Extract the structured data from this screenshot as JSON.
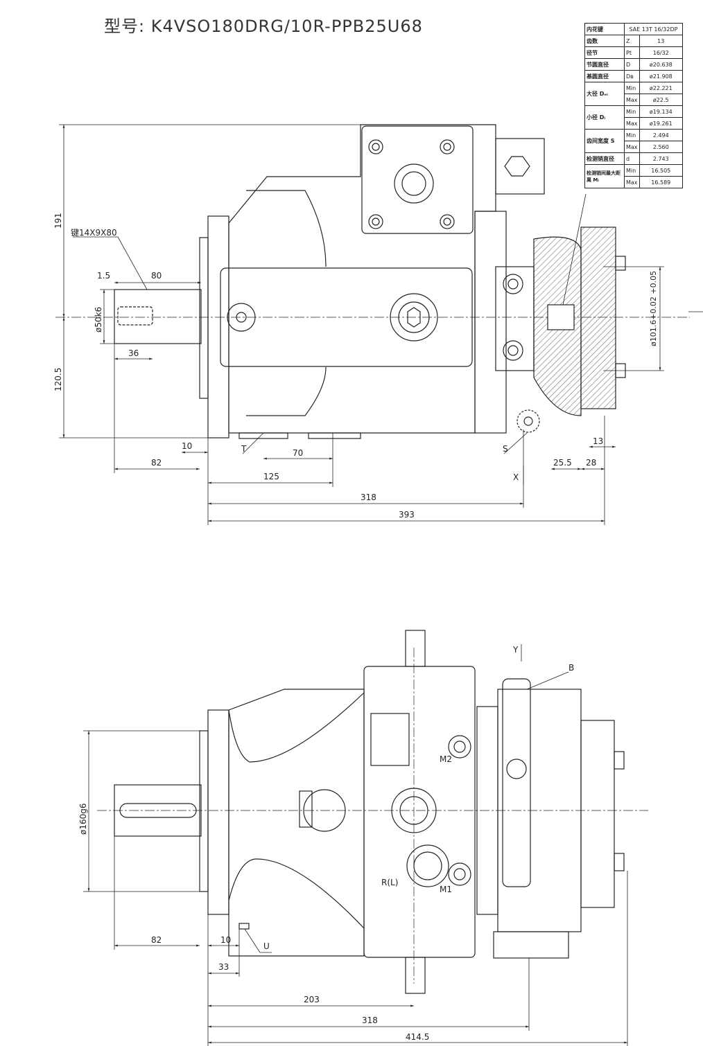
{
  "title": "型号: K4VSO180DRG/10R-PPB25U68",
  "spec_table": {
    "header": {
      "label": "内花键",
      "value": "SAE 13T 16/32DP"
    },
    "rows": [
      {
        "label": "齿数",
        "sym": "Z",
        "val": "13"
      },
      {
        "label": "径节",
        "sym": "Pt",
        "val": "16/32"
      },
      {
        "label": "节圆直径",
        "sym": "D",
        "val": "ø20.638"
      },
      {
        "label": "基圆直径",
        "sym": "Dʙ",
        "val": "ø21.908"
      },
      {
        "label": "大径 Dₑᵢ",
        "sym": "Min",
        "val": "ø22.221",
        "rowspan_label": 2
      },
      {
        "label": "",
        "sym": "Max",
        "val": "ø22.5"
      },
      {
        "label": "小径 Dᵢ",
        "sym": "Min",
        "val": "ø19.134",
        "rowspan_label": 2
      },
      {
        "label": "",
        "sym": "Max",
        "val": "ø19.261"
      },
      {
        "label": "齿间宽度 S",
        "sym": "Min",
        "val": "2.494",
        "rowspan_label": 2
      },
      {
        "label": "",
        "sym": "Max",
        "val": "2.560"
      },
      {
        "label": "检测销直径",
        "sym": "d",
        "val": "2.743"
      },
      {
        "label": "检测销间最大距离 Mᵢ",
        "sym": "Min",
        "val": "16.505",
        "rowspan_label": 2
      },
      {
        "label": "",
        "sym": "Max",
        "val": "16.589"
      }
    ]
  },
  "top_view": {
    "dims": {
      "d191": "191",
      "d1205": "120.5",
      "key": "键14X9X80",
      "d15": "1.5",
      "d80": "80",
      "dshaft": "ø50k6",
      "d36": "36",
      "d10": "10",
      "d82": "82",
      "d70": "70",
      "d125": "125",
      "d318": "318",
      "d393": "393",
      "d255": "25.5",
      "d28": "28",
      "d13": "13",
      "dflange": "ø101.6+0.02 +0.05"
    },
    "ports": {
      "T": "T",
      "S": "S",
      "X": "X"
    }
  },
  "bottom_view": {
    "dims": {
      "dflange": "ø160g6",
      "d82": "82",
      "d10": "10",
      "d33": "33",
      "d203": "203",
      "d318": "318",
      "d4145": "414.5"
    },
    "ports": {
      "Y": "Y",
      "B": "B",
      "M2": "M2",
      "M1": "M1",
      "RL": "R(L)",
      "U": "U"
    }
  }
}
